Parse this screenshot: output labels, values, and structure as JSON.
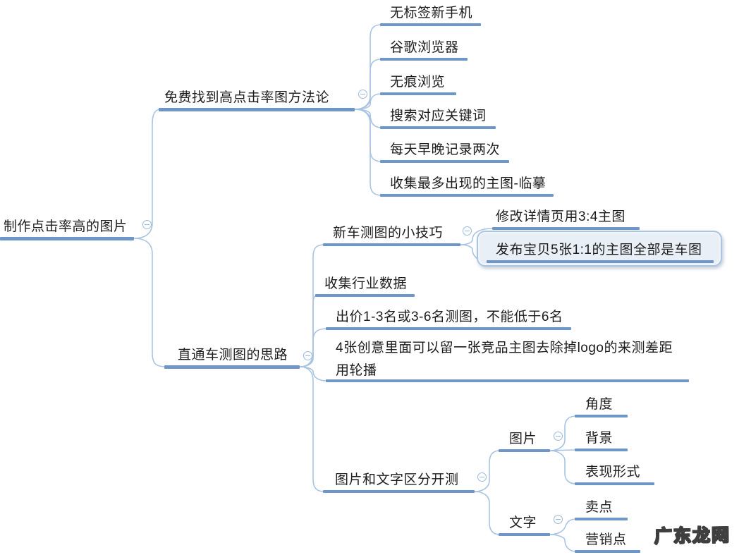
{
  "mindmap": {
    "root": {
      "label": "制作点击率高的图片"
    },
    "branches": [
      {
        "label": "免费找到高点击率图方法论",
        "children": [
          {
            "label": "无标签新手机"
          },
          {
            "label": "谷歌浏览器"
          },
          {
            "label": "无痕浏览"
          },
          {
            "label": "搜索对应关键词"
          },
          {
            "label": "每天早晚记录两次"
          },
          {
            "label": "收集最多出现的主图-临摹"
          }
        ]
      },
      {
        "label": "直通车测图的思路",
        "children": [
          {
            "label": "新车测图的小技巧",
            "children": [
              {
                "label": "修改详情页用3:4主图"
              },
              {
                "label": "发布宝贝5张1:1的主图全部是车图",
                "highlighted": true
              }
            ]
          },
          {
            "label": "收集行业数据"
          },
          {
            "label": "出价1-3名或3-6名测图，不能低于6名"
          },
          {
            "label": "4张创意里面可以留一张竞品主图去除掉logo的来测差距\n用轮播"
          },
          {
            "label": "图片和文字区分开测",
            "children": [
              {
                "label": "图片",
                "children": [
                  {
                    "label": "角度"
                  },
                  {
                    "label": "背景"
                  },
                  {
                    "label": "表现形式"
                  }
                ]
              },
              {
                "label": "文字",
                "children": [
                  {
                    "label": "卖点"
                  },
                  {
                    "label": "营销点"
                  }
                ]
              }
            ]
          }
        ]
      }
    ]
  },
  "colors": {
    "branch_line": "#6e96c8",
    "connector": "#a9c3e2",
    "highlight_fill": "#e9eff6",
    "highlight_border": "#abc5e1",
    "text": "#1c1c1c"
  },
  "watermark": {
    "text": "广东龙网"
  }
}
